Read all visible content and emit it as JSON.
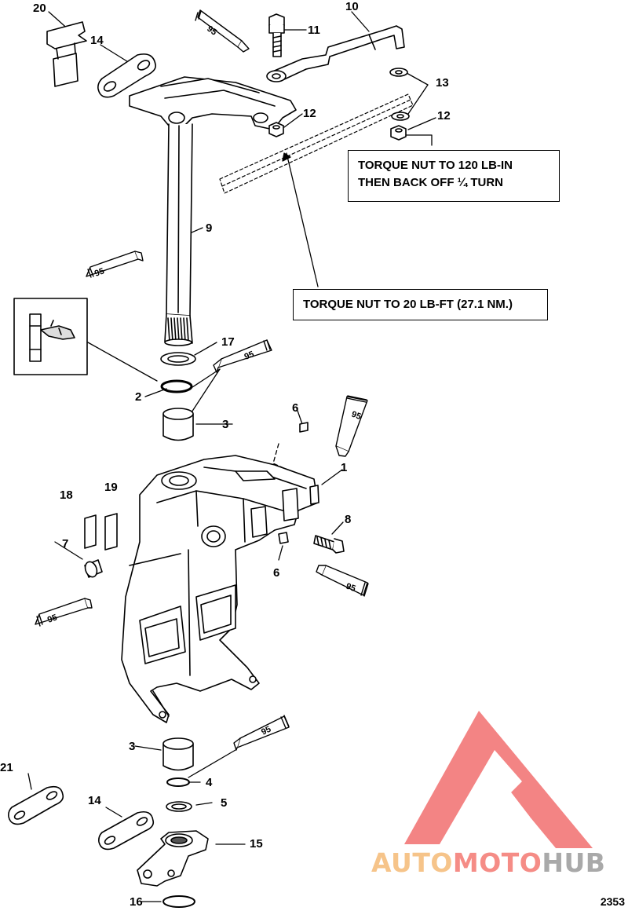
{
  "diagram": {
    "callouts": {
      "c1": "1",
      "c2": "2",
      "c3a": "3",
      "c3b": "3",
      "c4": "4",
      "c5": "5",
      "c6a": "6",
      "c6b": "6",
      "c7": "7",
      "c8": "8",
      "c9": "9",
      "c10": "10",
      "c11": "11",
      "c12a": "12",
      "c12b": "12",
      "c13": "13",
      "c14a": "14",
      "c14b": "14",
      "c15": "15",
      "c16": "16",
      "c17": "17",
      "c18": "18",
      "c19": "19",
      "c20": "20",
      "c21": "21"
    },
    "notes": {
      "torque_120": [
        "TORQUE NUT TO 120 LB-IN",
        "THEN BACK OFF ¼ TURN"
      ],
      "torque_20": "TORQUE NUT TO 20 LB-FT (27.1 NM.)"
    },
    "lubricant_tube_label": "95",
    "figure_number": "2353"
  },
  "watermark": {
    "part1": "AUTO",
    "part2": "MOTO",
    "part3": "HUB",
    "colors": {
      "triangle": "#f27777",
      "auto": "#f6c48a",
      "moto": "#f58c86",
      "hub": "#a9a9a9"
    }
  }
}
